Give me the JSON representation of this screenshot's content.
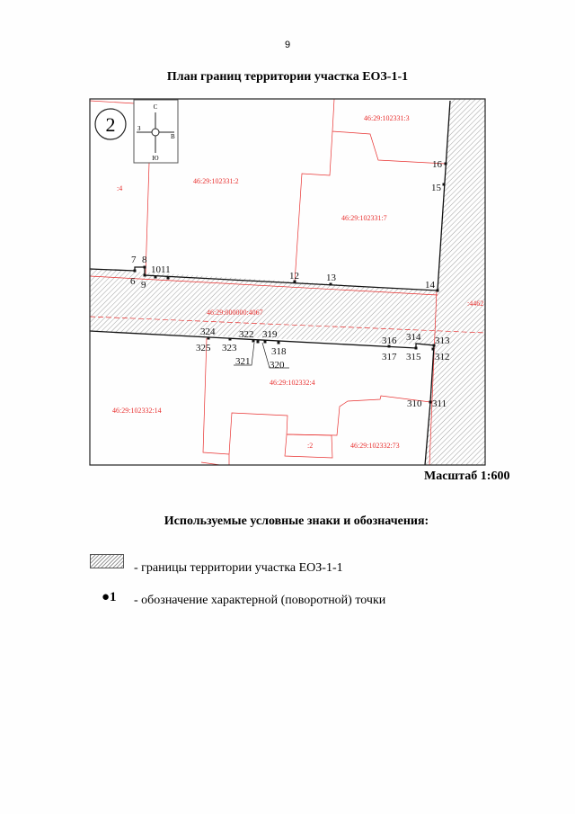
{
  "page_number": "9",
  "title": "План границ территории участка ЕОЗ-1-1",
  "map": {
    "sheet_number": "2",
    "compass": {
      "north": "С",
      "south": "Ю",
      "west": "З",
      "east": "В"
    },
    "parcels": [
      "46:29:102331:3",
      "46:29:102331:2",
      ":4",
      "46:29:102331:7",
      "46:29:000000:4067",
      ":4462",
      "46:29:102332:4",
      "46:29:102332:14",
      ":2",
      "46:29:102332:73"
    ],
    "points": [
      "7",
      "8",
      "6",
      "9",
      "1011",
      "12",
      "13",
      "14",
      "15",
      "16",
      "324",
      "325",
      "322",
      "323",
      "319",
      "318",
      "321",
      "320",
      "316",
      "317",
      "314",
      "315",
      "313",
      "312",
      "310",
      "311"
    ],
    "colors": {
      "parcel_lines": "#e8302f",
      "boundary": "#111111",
      "hatch": "#888888"
    }
  },
  "scale": "Масштаб 1:600",
  "legend": {
    "title": "Используемые условные знаки и обозначения:",
    "items": [
      {
        "symbol": "hatch",
        "label": "-  границы территории участка ЕОЗ-1-1"
      },
      {
        "symbol": "●1",
        "label": "- обозначение характерной (поворотной) точки"
      }
    ]
  }
}
